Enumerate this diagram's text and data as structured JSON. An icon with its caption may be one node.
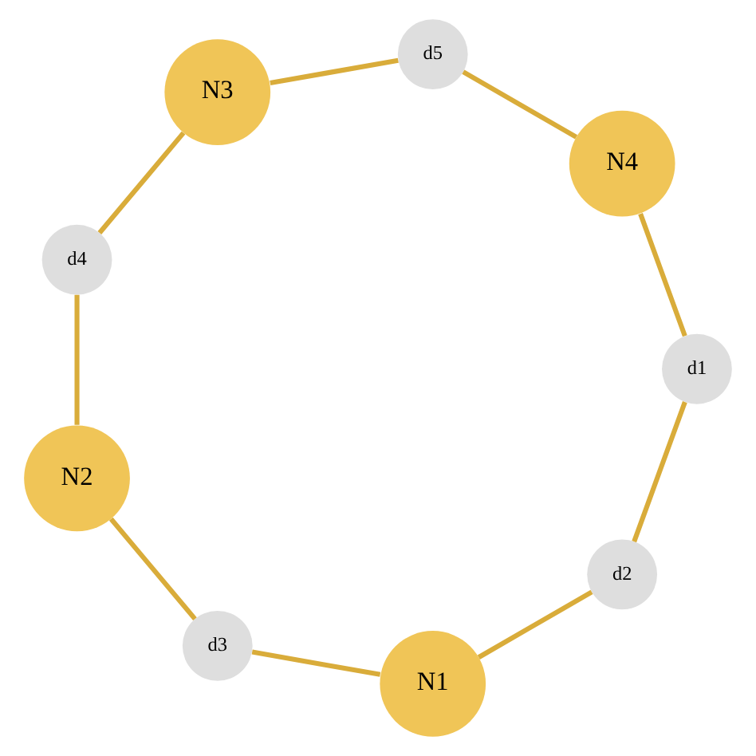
{
  "diagram": {
    "nodes": [
      {
        "text": [
          "d2"
        ]
      },
      {
        "text": [
          "d1"
        ]
      },
      {
        "text": [
          "N1"
        ]
      },
      {
        "text": [
          "d3"
        ]
      },
      {
        "text": [
          "N4"
        ]
      },
      {
        "text": [
          "N2"
        ]
      },
      {
        "text": [
          "d5"
        ]
      },
      {
        "text": [
          "N3"
        ]
      },
      {
        "text": [
          "d4"
        ]
      }
    ],
    "edges": [
      {
        "from": 0,
        "to": 2,
        "arrow": "none"
      },
      {
        "from": 2,
        "to": 3,
        "arrow": "none"
      },
      {
        "from": 3,
        "to": 5,
        "arrow": "none"
      },
      {
        "from": 5,
        "to": 8,
        "arrow": "none"
      },
      {
        "from": 8,
        "to": 7,
        "arrow": "none"
      },
      {
        "from": 7,
        "to": 6,
        "arrow": "none"
      },
      {
        "from": 6,
        "to": 4,
        "arrow": "none"
      },
      {
        "from": 4,
        "to": 1,
        "arrow": "none"
      },
      {
        "from": 1,
        "to": 0,
        "arrow": "none"
      }
    ]
  }
}
